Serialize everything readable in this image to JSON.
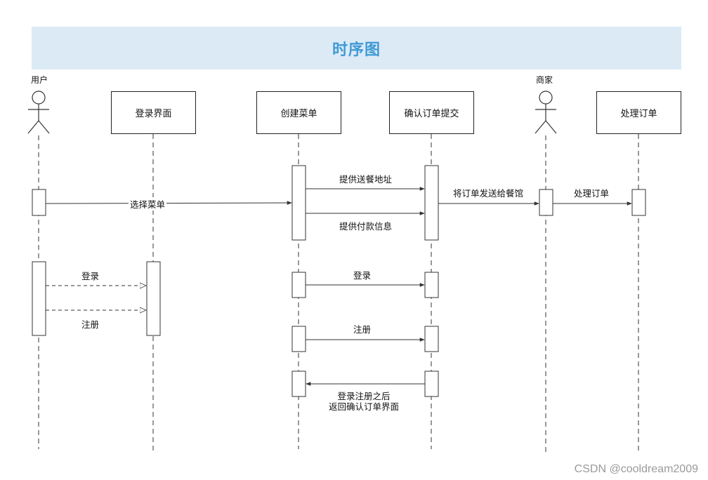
{
  "title": "时序图",
  "actors": {
    "user": "用户",
    "merchant": "商家"
  },
  "participants": {
    "login_ui": "登录界面",
    "create_menu": "创建菜单",
    "confirm_order": "确认订单提交",
    "process_order": "处理订单"
  },
  "messages": {
    "select_menu": "选择菜单",
    "provide_address": "提供送餐地址",
    "provide_payment": "提供付款信息",
    "send_to_restaurant": "将订单发送给餐馆",
    "process_order": "处理订单",
    "login_1": "登录",
    "register_1": "注册",
    "login_2": "登录",
    "register_2": "注册",
    "return_line1": "登录注册之后",
    "return_line2": "返回确认订单界面"
  },
  "watermark": "CSDN @cooldream2009"
}
